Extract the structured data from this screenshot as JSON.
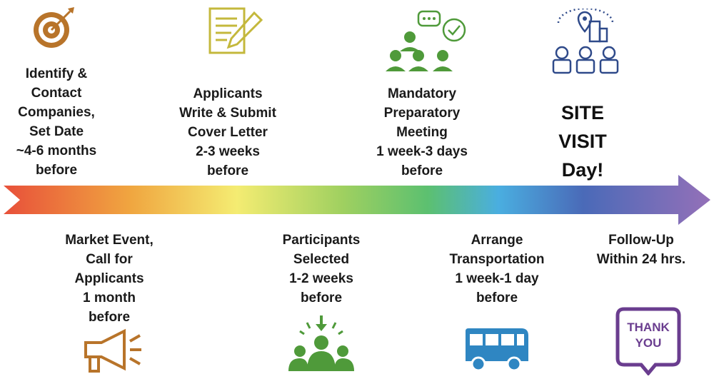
{
  "steps_top": [
    {
      "text": "Identify &\nContact\nCompanies,\nSet Date\n~4-6 months\nbefore",
      "icon": "target-icon"
    },
    {
      "text": "Applicants\nWrite & Submit\nCover Letter\n2-3 weeks\nbefore",
      "icon": "document-pencil-icon"
    },
    {
      "text": "Mandatory\nPreparatory\nMeeting\n1 week-3 days\nbefore",
      "icon": "meeting-icon"
    }
  ],
  "site_visit": {
    "text": "SITE\nVISIT\nDay!",
    "icon": "site-visit-icon"
  },
  "steps_bottom": [
    {
      "text": "Market Event,\nCall for\nApplicants\n1 month\nbefore",
      "icon": "megaphone-icon"
    },
    {
      "text": "Participants\nSelected\n1-2 weeks\nbefore",
      "icon": "participants-icon"
    },
    {
      "text": "Arrange\nTransportation\n1 week-1 day\nbefore",
      "icon": "bus-icon"
    },
    {
      "text": "Follow-Up\nWithin 24 hrs.",
      "icon": "thank-you-icon"
    }
  ],
  "thank_you": {
    "line1": "THANK",
    "line2": "YOU"
  },
  "colors": {
    "target": "#b8742a",
    "document": "#c4b83c",
    "meeting": "#4f9a3a",
    "site": "#2f4a8a",
    "megaphone": "#b8742a",
    "participants": "#4f9a3a",
    "bus": "#2f86c2",
    "thankyou": "#6a3d8f"
  }
}
